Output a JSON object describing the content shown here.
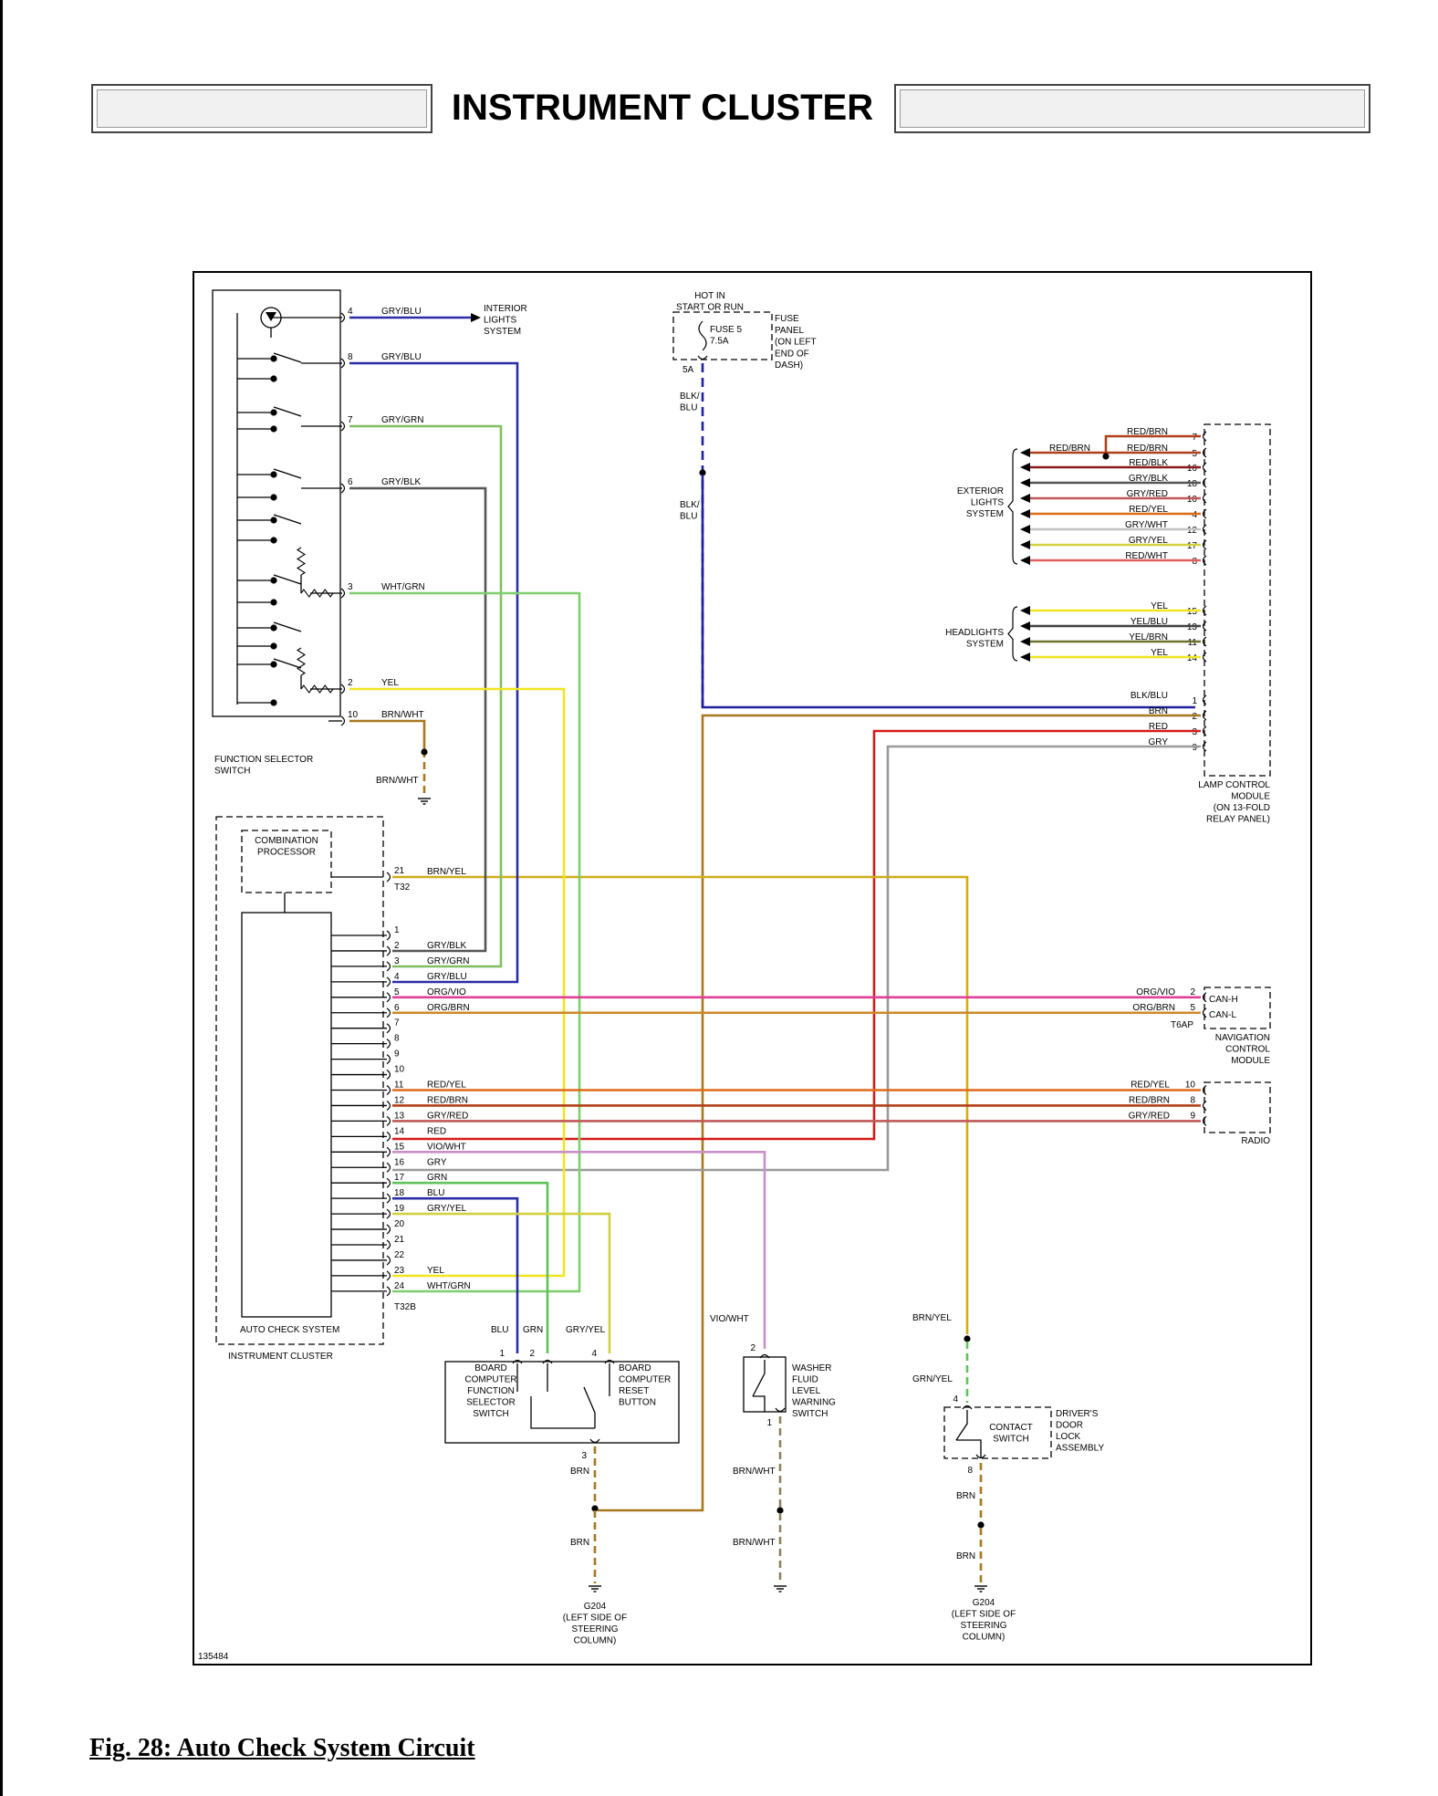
{
  "header": {
    "title": "INSTRUMENT CLUSTER"
  },
  "caption": "Fig. 28: Auto Check System Circuit",
  "figure_id": "135484",
  "colors": {
    "GRY": "#9a9a9a",
    "BLU": "#2c2ca8",
    "GRN": "#5fc25a",
    "YEL": "#f0e620",
    "BRN": "#a8781e",
    "RED": "#d41a1a",
    "WHT_GRN": "#7ccf6c",
    "GRY_YEL": "#d0d040",
    "BRN_YEL": "#cfae18",
    "ORG_VIO": "#e0409a",
    "ORG_BRN": "#cc8a28",
    "RED_YEL": "#dd6a18",
    "RED_BRN": "#b04018",
    "GRY_RED": "#c05858",
    "VIO_WHT": "#c890c8",
    "BLK_BLU": "#2020a0",
    "BLK": "#333333",
    "GRY_BLK": "#555555",
    "GRY_WHT": "#c4c4c4",
    "RED_WHT": "#e06060",
    "RED_BLK": "#8a1a1a",
    "YEL_BLU": "#404040",
    "YEL_BRN": "#707030",
    "BRN_WHT": "#908060",
    "GRY_GRN": "#80bf60",
    "GRY_BLU": "#2c2ca8"
  },
  "labels": {
    "interior": [
      "INTERIOR",
      "LIGHTS",
      "SYSTEM"
    ],
    "hotin": [
      "HOT IN",
      "START OR RUN"
    ],
    "fuse": [
      "FUSE 5",
      "7.5A"
    ],
    "fusepanel": [
      "FUSE",
      "PANEL",
      "(ON LEFT",
      "END OF",
      "DASH)"
    ],
    "fuse_pin": "5A",
    "blkblu": [
      "BLK/",
      "BLU"
    ],
    "fss": [
      "FUNCTION SELECTOR",
      "SWITCH"
    ],
    "brnwht": "BRN/WHT",
    "exterior": [
      "EXTERIOR",
      "LIGHTS",
      "SYSTEM"
    ],
    "headlights": [
      "HEADLIGHTS",
      "SYSTEM"
    ],
    "lcm": [
      "LAMP CONTROL",
      "MODULE",
      "(ON 13-FOLD",
      "RELAY PANEL)"
    ],
    "combo": [
      "COMBINATION",
      "PROCESSOR"
    ],
    "t32": "T32",
    "t32b": "T32B",
    "acs": "AUTO CHECK SYSTEM",
    "ic": "INSTRUMENT CLUSTER",
    "nav": [
      "NAVIGATION",
      "CONTROL",
      "MODULE"
    ],
    "navpins": [
      "CAN-H",
      "CAN-L"
    ],
    "t6ap": "T6AP",
    "radio": "RADIO",
    "bottomwires": [
      "BLU",
      "GRN",
      "GRY/YEL"
    ],
    "bc": [
      "BOARD",
      "COMPUTER",
      "FUNCTION",
      "SELECTOR",
      "SWITCH"
    ],
    "bcr": [
      "BOARD",
      "COMPUTER",
      "RESET",
      "BUTTON"
    ],
    "bc_pins": [
      "1",
      "2",
      "4",
      "3"
    ],
    "viowht": "VIO/WHT",
    "washer": [
      "WASHER",
      "FLUID",
      "LEVEL",
      "WARNING",
      "SWITCH"
    ],
    "washer_pins": [
      "2",
      "1"
    ],
    "brnyel": "BRN/YEL",
    "grnyel": "GRN/YEL",
    "contact": [
      "CONTACT",
      "SWITCH"
    ],
    "ddl": [
      "DRIVER'S",
      "DOOR",
      "LOCK",
      "ASSEMBLY"
    ],
    "ddl_pins": [
      "4",
      "8"
    ],
    "brn": "BRN",
    "g204": [
      "G204",
      "(LEFT SIDE OF",
      "STEERING",
      "COLUMN)"
    ]
  },
  "fss_pins": [
    {
      "pin": "4",
      "wire": "GRY/BLU"
    },
    {
      "pin": "8",
      "wire": "GRY/BLU"
    },
    {
      "pin": "7",
      "wire": "GRY/GRN"
    },
    {
      "pin": "6",
      "wire": "GRY/BLK"
    },
    {
      "pin": "3",
      "wire": "WHT/GRN"
    },
    {
      "pin": "2",
      "wire": "YEL"
    },
    {
      "pin": "10",
      "wire": "BRN/WHT"
    }
  ],
  "lcm_ext": [
    {
      "pin": "7",
      "wire": "RED/BRN"
    },
    {
      "pin": "5",
      "wire": "RED/BRN"
    },
    {
      "pin": "16",
      "wire": "RED/BLK"
    },
    {
      "pin": "18",
      "wire": "GRY/BLK"
    },
    {
      "pin": "10",
      "wire": "GRY/RED"
    },
    {
      "pin": "4",
      "wire": "RED/YEL"
    },
    {
      "pin": "12",
      "wire": "GRY/WHT"
    },
    {
      "pin": "17",
      "wire": "GRY/YEL"
    },
    {
      "pin": "8",
      "wire": "RED/WHT"
    }
  ],
  "lcm_ext_splice": "RED/BRN",
  "lcm_head": [
    {
      "pin": "15",
      "wire": "YEL"
    },
    {
      "pin": "13",
      "wire": "YEL/BLU"
    },
    {
      "pin": "11",
      "wire": "YEL/BRN"
    },
    {
      "pin": "14",
      "wire": "YEL"
    }
  ],
  "lcm_low": [
    {
      "pin": "1",
      "wire": "BLK/BLU"
    },
    {
      "pin": "2",
      "wire": "BRN"
    },
    {
      "pin": "3",
      "wire": "RED"
    },
    {
      "pin": "9",
      "wire": "GRY"
    }
  ],
  "t32_pin": {
    "pin": "21",
    "wire": "BRN/YEL"
  },
  "t32b": [
    {
      "pin": "1",
      "wire": ""
    },
    {
      "pin": "2",
      "wire": "GRY/BLK"
    },
    {
      "pin": "3",
      "wire": "GRY/GRN"
    },
    {
      "pin": "4",
      "wire": "GRY/BLU"
    },
    {
      "pin": "5",
      "wire": "ORG/VIO"
    },
    {
      "pin": "6",
      "wire": "ORG/BRN"
    },
    {
      "pin": "7",
      "wire": ""
    },
    {
      "pin": "8",
      "wire": ""
    },
    {
      "pin": "9",
      "wire": ""
    },
    {
      "pin": "10",
      "wire": ""
    },
    {
      "pin": "11",
      "wire": "RED/YEL"
    },
    {
      "pin": "12",
      "wire": "RED/BRN"
    },
    {
      "pin": "13",
      "wire": "GRY/RED"
    },
    {
      "pin": "14",
      "wire": "RED"
    },
    {
      "pin": "15",
      "wire": "VIO/WHT"
    },
    {
      "pin": "16",
      "wire": "GRY"
    },
    {
      "pin": "17",
      "wire": "GRN"
    },
    {
      "pin": "18",
      "wire": "BLU"
    },
    {
      "pin": "19",
      "wire": "GRY/YEL"
    },
    {
      "pin": "20",
      "wire": ""
    },
    {
      "pin": "21",
      "wire": ""
    },
    {
      "pin": "22",
      "wire": ""
    },
    {
      "pin": "23",
      "wire": "YEL"
    },
    {
      "pin": "24",
      "wire": "WHT/GRN"
    }
  ],
  "nav_pins": [
    {
      "pin": "2",
      "wire": "ORG/VIO"
    },
    {
      "pin": "5",
      "wire": "ORG/BRN"
    }
  ],
  "radio_pins": [
    {
      "pin": "10",
      "wire": "RED/YEL"
    },
    {
      "pin": "8",
      "wire": "RED/BRN"
    },
    {
      "pin": "9",
      "wire": "GRY/RED"
    }
  ],
  "bc_brn": [
    "BRN",
    "BRN"
  ],
  "washer_brnwht": [
    "BRN/WHT",
    "BRN/WHT"
  ],
  "ddl_brn": [
    "BRN",
    "BRN"
  ]
}
